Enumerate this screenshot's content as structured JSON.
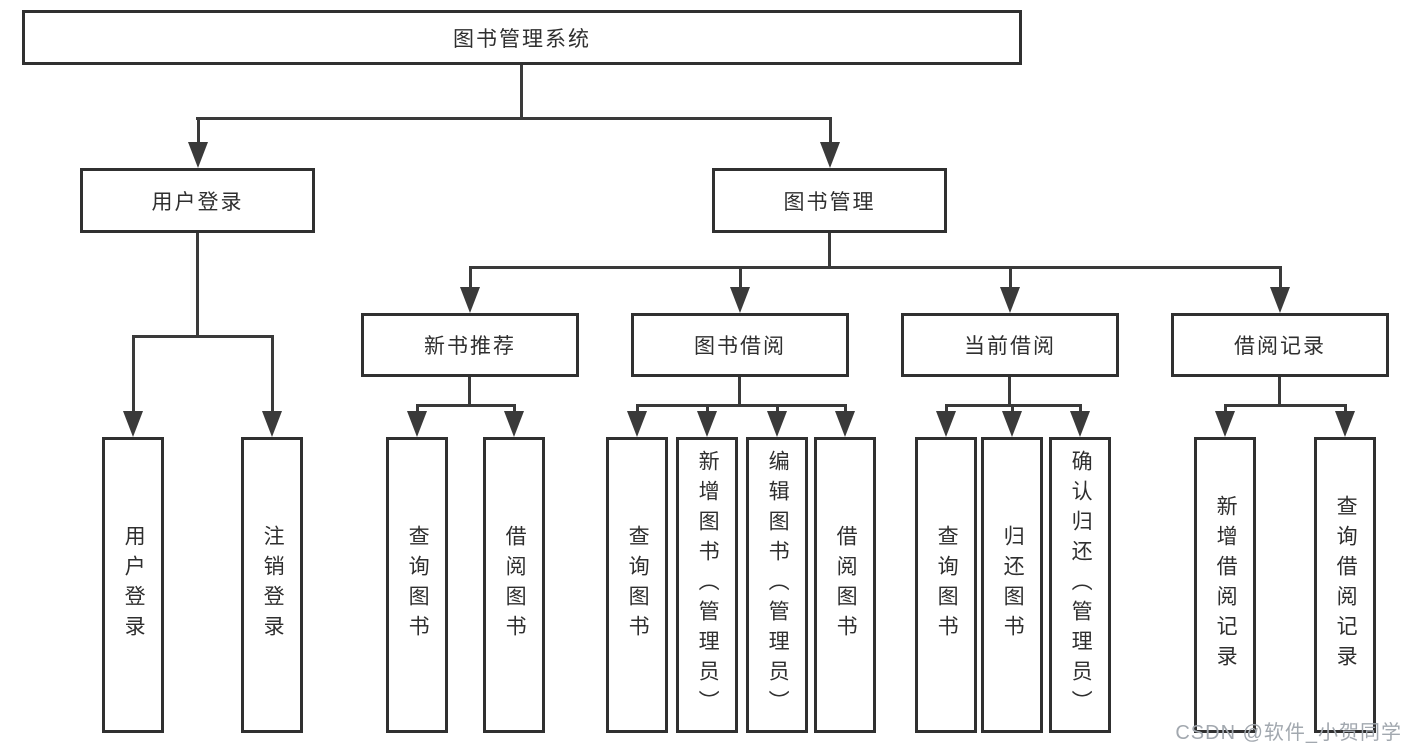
{
  "tree": {
    "root": {
      "label": "图书管理系统"
    },
    "branches": [
      {
        "label": "用户登录",
        "children": [
          {
            "label": "用户登录"
          },
          {
            "label": "注销登录"
          }
        ]
      },
      {
        "label": "图书管理",
        "groups": [
          {
            "label": "新书推荐",
            "children": [
              {
                "label": "查询图书"
              },
              {
                "label": "借阅图书"
              }
            ]
          },
          {
            "label": "图书借阅",
            "children": [
              {
                "label": "查询图书"
              },
              {
                "label": "新增图书（管理员）"
              },
              {
                "label": "编辑图书（管理员）"
              },
              {
                "label": "借阅图书"
              }
            ]
          },
          {
            "label": "当前借阅",
            "children": [
              {
                "label": "查询图书"
              },
              {
                "label": "归还图书"
              },
              {
                "label": "确认归还（管理员）"
              }
            ]
          },
          {
            "label": "借阅记录",
            "children": [
              {
                "label": "新增借阅记录"
              },
              {
                "label": "查询借阅记录"
              }
            ]
          }
        ]
      }
    ]
  },
  "watermark": "CSDN @软件_小贺同学",
  "colors": {
    "line": "#3a3a3a",
    "border": "#303030",
    "text": "#2f2f2f",
    "wm": "#a2a8af",
    "bg": "#ffffff"
  }
}
